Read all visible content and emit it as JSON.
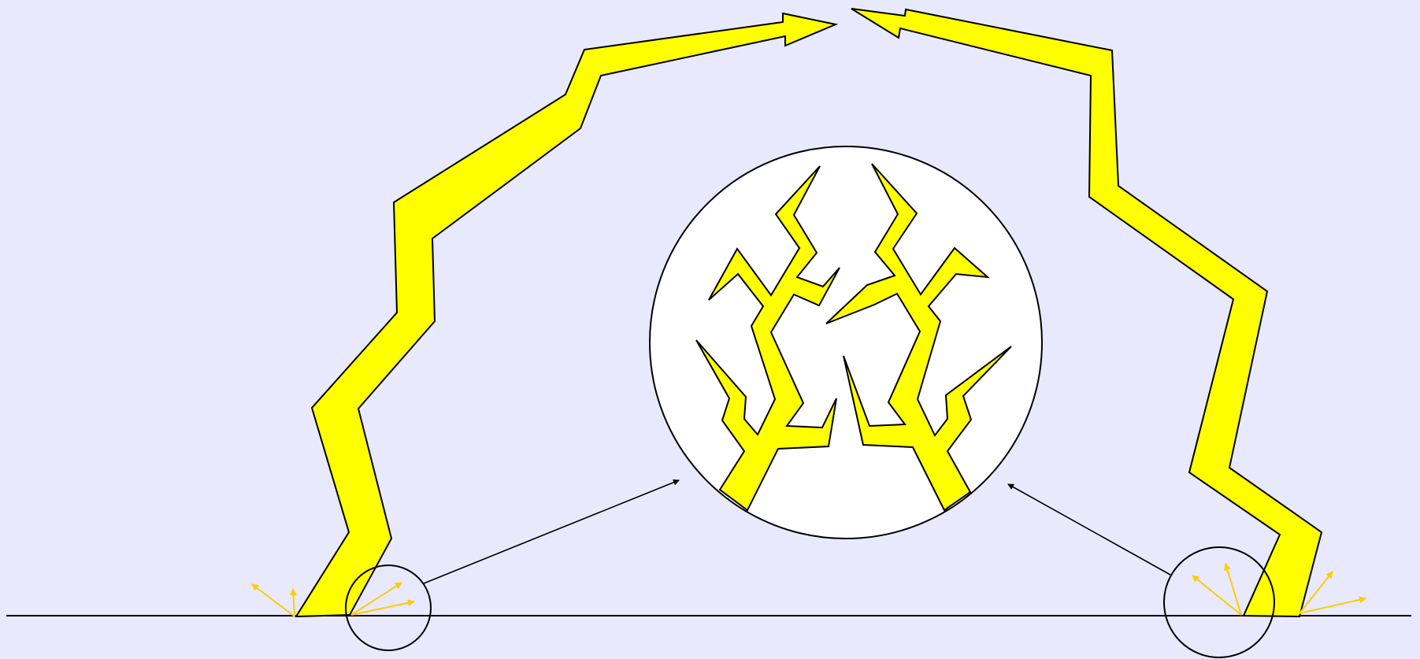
{
  "diagram": {
    "description_text": "",
    "colors": {
      "background": "#e8e9fc",
      "bolt_fill": "#ffff00",
      "spark": "#ffcc00",
      "zoom_fill": "#ffffff",
      "stroke": "#000000"
    },
    "elements": {
      "ground_line": "ground-line",
      "left_arch": "left-lightning-arch",
      "right_arch": "right-lightning-arch",
      "zoom_circle": "zoom-circle",
      "branching_left": "branch-tree-left",
      "branching_right": "branch-tree-right",
      "left_contact": "left-contact-circle",
      "right_contact": "right-contact-circle"
    }
  }
}
